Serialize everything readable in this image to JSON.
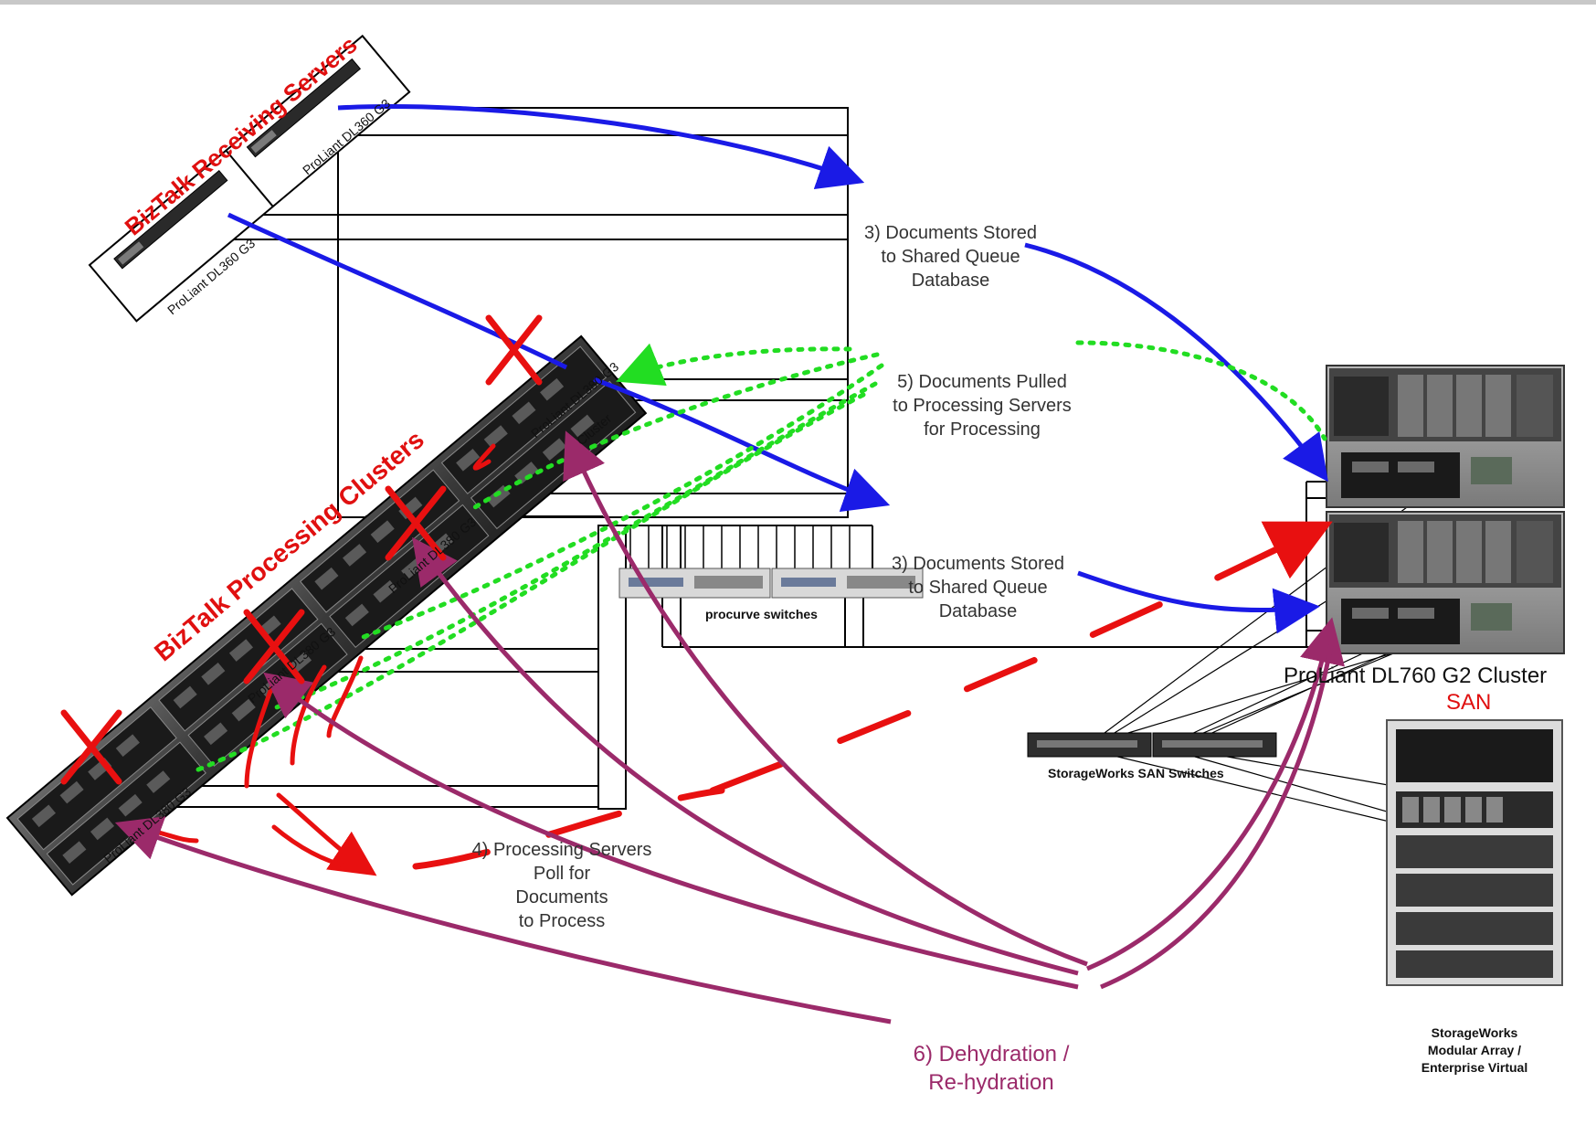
{
  "title_receiving": "BizTalk Receiving Servers",
  "title_processing": "BizTalk Processing Clusters",
  "step3_top": [
    "3) Documents Stored",
    "to Shared Queue",
    "Database"
  ],
  "step3_bottom": [
    "3) Documents Stored",
    "to Shared Queue",
    "Database"
  ],
  "step5": [
    "5) Documents Pulled",
    "to Processing Servers",
    "for Processing"
  ],
  "step4": [
    "4) Processing Servers",
    "Poll for",
    "Documents",
    "to Process"
  ],
  "step6": [
    "6) Dehydration /",
    "Re-hydration"
  ],
  "cluster_label": "ProLiant DL760 G2 Cluster",
  "san_label": "SAN",
  "procurve_label": "procurve switches",
  "san_switch_label": "StorageWorks SAN Switches",
  "storage_label": [
    "StorageWorks",
    "Modular Array /",
    "Enterprise Virtual"
  ],
  "server_labels": {
    "recv1": "ProLiant DL360 G3",
    "recv2": "ProLiant DL360 G3",
    "proc_a": "ProLiant DL380 G3",
    "proc_b": "ProLiant DL380 G3",
    "proc_c": "ProLiant DL380 G3",
    "proc_d": "ProLiant DL380 G3",
    "cluster_sub": "Cluster"
  },
  "colors": {
    "blue": "#1a1ae6",
    "green": "#22dd22",
    "red": "#e81010",
    "purple": "#9b2a6a"
  }
}
